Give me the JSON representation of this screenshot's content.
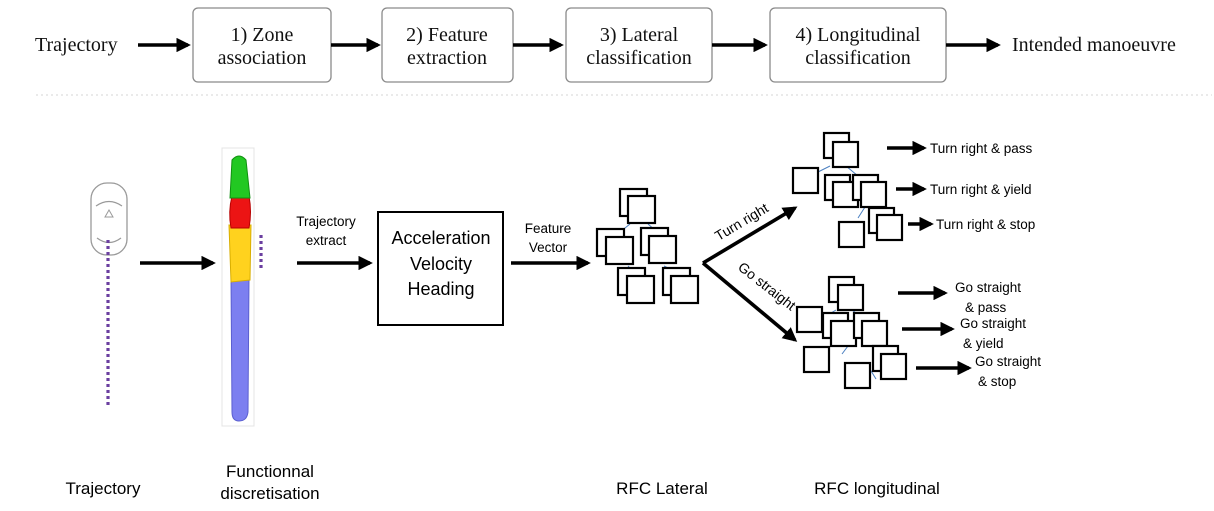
{
  "pipeline": {
    "input": "Trajectory",
    "steps": [
      {
        "line1": "1) Zone",
        "line2": "association"
      },
      {
        "line1": "2) Feature",
        "line2": "extraction"
      },
      {
        "line1": "3) Lateral",
        "line2": "classification"
      },
      {
        "line1": "4) Longitudinal",
        "line2": "classification"
      }
    ],
    "output": "Intended manoeuvre"
  },
  "detail": {
    "trajectory_extract": [
      "Trajectory",
      "extract"
    ],
    "features": [
      "Acceleration",
      "Velocity",
      "Heading"
    ],
    "feature_vector": [
      "Feature",
      "Vector"
    ],
    "branches": {
      "turn_right": "Turn right",
      "go_straight": "Go straight"
    },
    "outcomes": {
      "turn_right": [
        "Turn right & pass",
        "Turn right & yield",
        "Turn right & stop"
      ],
      "go_straight": [
        [
          "Go straight",
          "& pass"
        ],
        [
          "Go straight",
          "& yield"
        ],
        [
          "Go straight",
          "& stop"
        ]
      ]
    },
    "captions": {
      "trajectory": "Trajectory",
      "discretisation": [
        "Functionnal",
        "discretisation"
      ],
      "rfc_lateral": "RFC Lateral",
      "rfc_longitudinal": "RFC longitudinal"
    }
  },
  "colors": {
    "zone_green": "#22c822",
    "zone_red": "#ec1414",
    "zone_yellow": "#ffd21e",
    "zone_blue": "#7c7ff0",
    "trajectory_dots": "#6b3fa0",
    "tree_links": "#4a7fc1"
  }
}
